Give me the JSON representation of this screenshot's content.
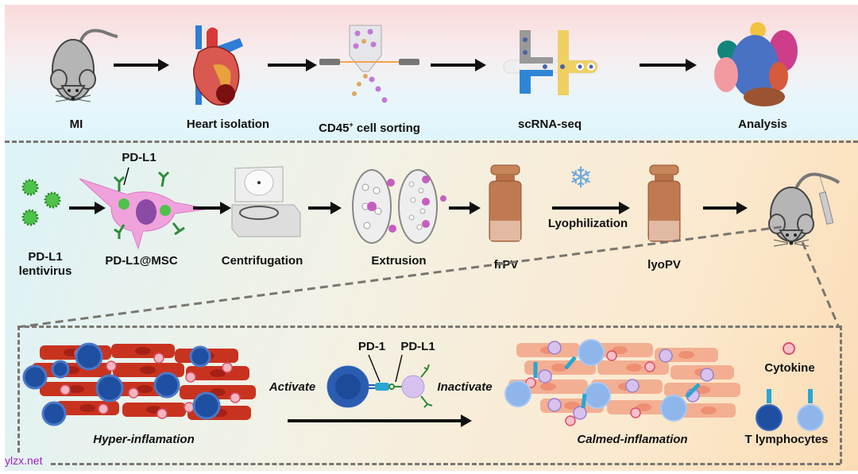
{
  "workflow_top": {
    "steps": [
      {
        "label": "MI",
        "icon": "mouse-icon"
      },
      {
        "label": "Heart isolation",
        "icon": "heart-icon"
      },
      {
        "label": "CD45",
        "superscript": "+",
        "suffix": " cell sorting",
        "icon": "cell-sorter-icon"
      },
      {
        "label": "scRNA-seq",
        "icon": "microfluidic-chip-icon"
      },
      {
        "label": "Analysis",
        "icon": "cluster-plot-icon"
      }
    ]
  },
  "workflow_middle": {
    "pd_l1_callout": "PD-L1",
    "steps": [
      {
        "label_line1": "PD-L1",
        "label_line2": "lentivirus",
        "icon": "virus-icon"
      },
      {
        "label": "PD-L1@MSC",
        "icon": "stem-cell-icon"
      },
      {
        "label": "Centrifugation",
        "icon": "centrifuge-icon"
      },
      {
        "label": "Extrusion",
        "icon": "extrusion-membrane-icon"
      },
      {
        "label": "frPV",
        "icon": "vial-icon"
      },
      {
        "label": "lyoPV",
        "icon": "vial-icon"
      },
      {
        "label": "",
        "icon": "mouse-injection-icon"
      }
    ],
    "lyophilization_label": "Lyophilization",
    "snowflake_icon": "snowflake-icon"
  },
  "mechanism": {
    "left_label": "Hyper-inflamation",
    "activate_label": "Activate",
    "inactivate_label": "Inactivate",
    "pd1_label": "PD-1",
    "pdl1_label": "PD-L1",
    "right_label": "Calmed-inflamation",
    "legend": {
      "cytokine": "Cytokine",
      "t_lymphocytes": "T lymphocytes"
    }
  },
  "colors": {
    "arrow": "#111111",
    "dash": "#7a7670",
    "tissue_inflamed": "#c8331f",
    "tissue_calm": "#f3a98c",
    "t_cell_active": "#1f4fa0",
    "t_cell_calm": "#8fb6ea",
    "vesicle": "#c9a8e6",
    "pd_l1": "#2f8a3a",
    "watermark": "#9b22c4"
  },
  "watermark": "ylzx.net"
}
